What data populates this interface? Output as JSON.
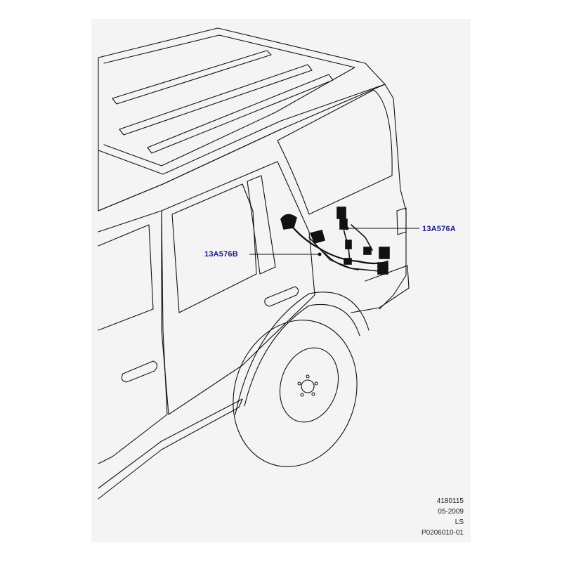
{
  "callouts": {
    "part_a": "13A576A",
    "part_b": "13A576B"
  },
  "meta": {
    "illustration_id": "4180115",
    "date": "05-2009",
    "code": "LS",
    "reference": "P0206010-01"
  },
  "colors": {
    "callout_text": "#1a1a8c",
    "line_art": "#111111",
    "sheet_background": "#f4f4f4"
  }
}
